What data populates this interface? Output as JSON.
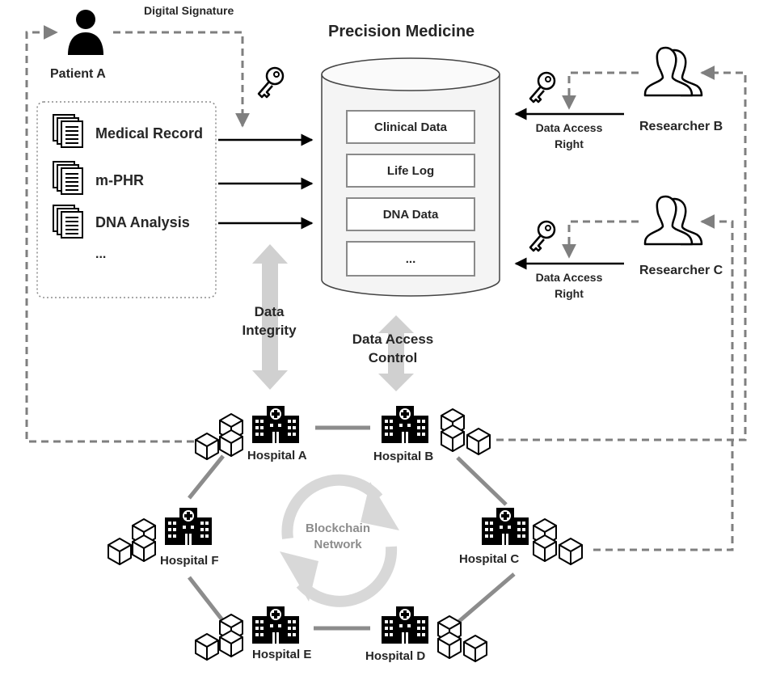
{
  "title": "Precision Medicine",
  "digital_signature": "Digital Signature",
  "patient": {
    "label": "Patient A"
  },
  "records": [
    {
      "label": "Medical Record"
    },
    {
      "label": "m-PHR"
    },
    {
      "label": "DNA Analysis"
    },
    {
      "label": "..."
    }
  ],
  "database": {
    "items": [
      "Clinical Data",
      "Life Log",
      "DNA Data",
      "..."
    ]
  },
  "researchers": [
    {
      "label": "Researcher B",
      "access_line1": "Data Access",
      "access_line2": "Right"
    },
    {
      "label": "Researcher C",
      "access_line1": "Data Access",
      "access_line2": "Right"
    }
  ],
  "data_integrity": {
    "line1": "Data",
    "line2": "Integrity"
  },
  "data_access_control": {
    "line1": "Data Access",
    "line2": "Control"
  },
  "blockchain": {
    "line1": "Blockchain",
    "line2": "Network"
  },
  "hospitals": [
    "Hospital A",
    "Hospital B",
    "Hospital C",
    "Hospital D",
    "Hospital E",
    "Hospital F"
  ],
  "colors": {
    "dashed": "#7f7f7f",
    "arrow": "#000000",
    "wide_arrow": "#d0d0d0",
    "ring": "#8c8c8c"
  }
}
